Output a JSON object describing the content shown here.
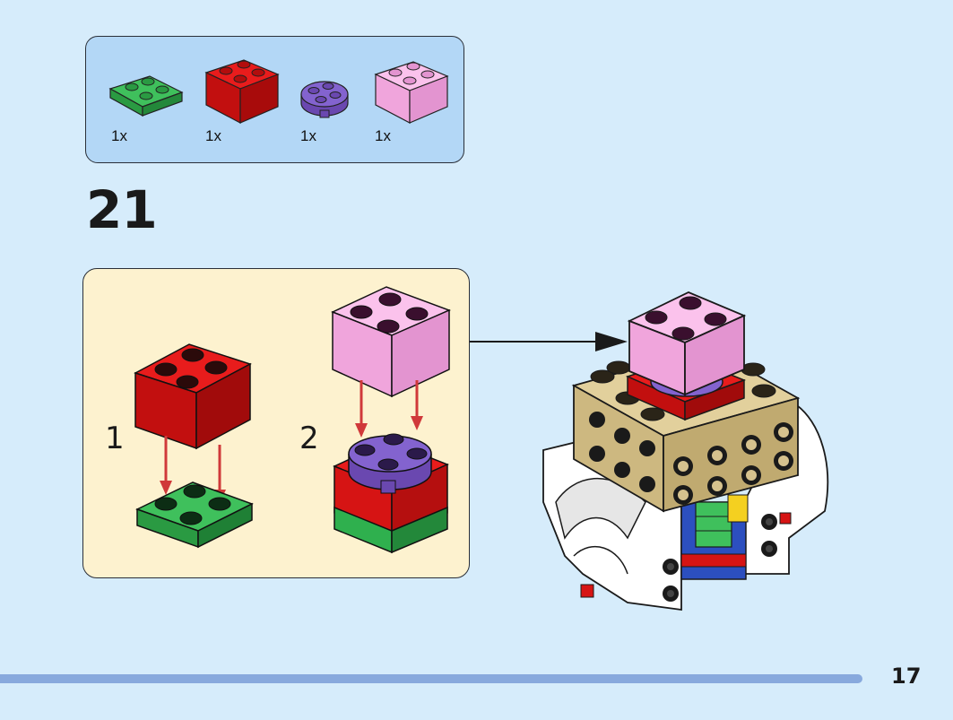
{
  "parts_list": {
    "items": [
      {
        "name": "green-plate-2x2",
        "color": "#34b04e",
        "quantity": "1x"
      },
      {
        "name": "red-brick-2x2",
        "color": "#d91a1a",
        "quantity": "1x"
      },
      {
        "name": "purple-round-plate-2x2",
        "color": "#7d5bc4",
        "quantity": "1x"
      },
      {
        "name": "pink-brick-2x2",
        "color": "#f7b3e4",
        "quantity": "1x"
      }
    ]
  },
  "step": {
    "number": "21",
    "substeps": [
      {
        "number": "1"
      },
      {
        "number": "2"
      }
    ]
  },
  "colors": {
    "background": "#d6ecfb",
    "parts_panel": "#b3d7f6",
    "substep_panel": "#fdf2cf",
    "arrow_red": "#d0393a",
    "tan": "#d6c28e",
    "progress": "#88a9dd"
  },
  "page": {
    "number": "17"
  }
}
